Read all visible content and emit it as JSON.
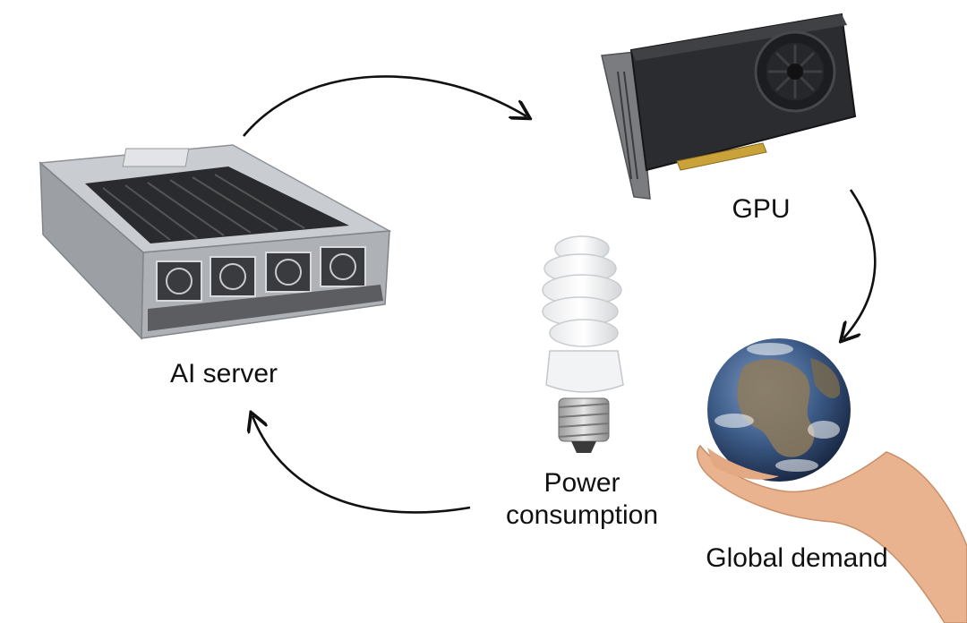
{
  "nodes": {
    "ai_server": {
      "label": "AI server"
    },
    "gpu": {
      "label": "GPU"
    },
    "power": {
      "label_line1": "Power",
      "label_line2": "consumption"
    },
    "global_demand": {
      "label": "Global demand"
    }
  },
  "colors": {
    "arrow": "#111111",
    "server_chassis": "#b9bcc0",
    "gpu_body": "#2b2c2f",
    "gold_contacts": "#c9a23a",
    "ocean": "#3b5a86",
    "skin": "#eab38f"
  }
}
